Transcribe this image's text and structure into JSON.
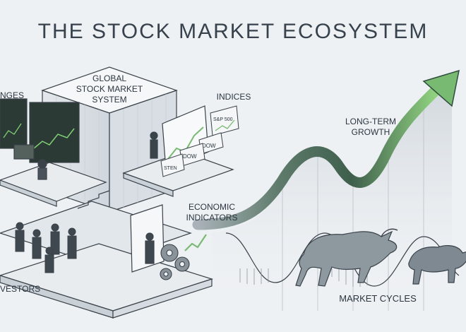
{
  "title": "THE STOCK MARKET ECOSYSTEM",
  "labels": {
    "exchanges": "NGES",
    "global_line1": "GLOBAL",
    "global_line2": "STOCK MARKET",
    "global_line3": "SYSTEM",
    "indices": "INDICES",
    "economic_line1": "ECONOMIC",
    "economic_line2": "INDICATORS",
    "growth_line1": "LONG-TERM",
    "growth_line2": "GROWTH",
    "cycles": "MARKET CYCLES",
    "investors": "VESTORS"
  },
  "index_cards": [
    "S&P 500",
    "DOW",
    "DOW",
    "STEN"
  ],
  "colors": {
    "background": "#eef1f4",
    "outline": "#3a424a",
    "growth_arrow": "#79ba73",
    "growth_arrow_dark": "#2f4d3c",
    "screen": "#2c3a36",
    "screen_chart": "#7fcf74"
  },
  "icons": {
    "bull": "bull-icon",
    "bear": "bear-icon",
    "gears": "gears-icon",
    "growth_arrow": "growth-arrow-icon"
  }
}
